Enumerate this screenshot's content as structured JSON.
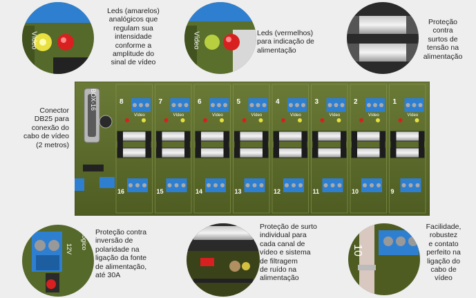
{
  "captions": {
    "leds_yellow": [
      "Leds (amarelos)",
      "analógicos que",
      "regulam sua",
      "intensidade",
      "conforme a",
      "amplitude do",
      "sinal de vídeo"
    ],
    "leds_red": [
      "Leds (vermelhos)",
      "para indicação de",
      "alimentação"
    ],
    "surge_voltage": [
      "Proteção",
      "contra",
      "surtos de",
      "tensão na",
      "alimentação"
    ],
    "connector": [
      "Conector",
      "DB25 para",
      "conexão do",
      "cabo de vídeo",
      "(2 metros)"
    ],
    "polarity": [
      "Proteção contra",
      "inversão de",
      "polaridade na",
      "ligação da fonte",
      "de alimentação,",
      "até 30A"
    ],
    "surge_channel": [
      "Proteção de surto",
      "individual para",
      "cada canal de",
      "vídeo e sistema",
      "de filtragem",
      "de ruído na",
      "alimentação"
    ],
    "ease": [
      "Facilidade,",
      "robustez",
      "e contato",
      "perfeito na",
      "ligação do",
      "cabo de",
      "vídeo"
    ]
  },
  "board": {
    "label": "BOX-16",
    "top_channels": [
      "8",
      "7",
      "6",
      "5",
      "4",
      "3",
      "2",
      "1"
    ],
    "bottom_channels": [
      "16",
      "15",
      "14",
      "13",
      "12",
      "11",
      "10",
      "9"
    ],
    "badges": [
      "Vídeo",
      "Vídeo",
      "Vídeo",
      "Vídeo",
      "Vídeo",
      "Vídeo",
      "Vídeo",
      "Vídeo"
    ]
  },
  "photo_text": {
    "video": "Vídeo",
    "polarity_terminal": "12V",
    "polarity_side": "lógico",
    "ease_number": "10"
  },
  "colors": {
    "pcb": "#5a6a2a",
    "terminal": "#2f7fd0",
    "led_yellow": "#e8e040",
    "led_red": "#d82020",
    "background": "#eeeeef"
  }
}
